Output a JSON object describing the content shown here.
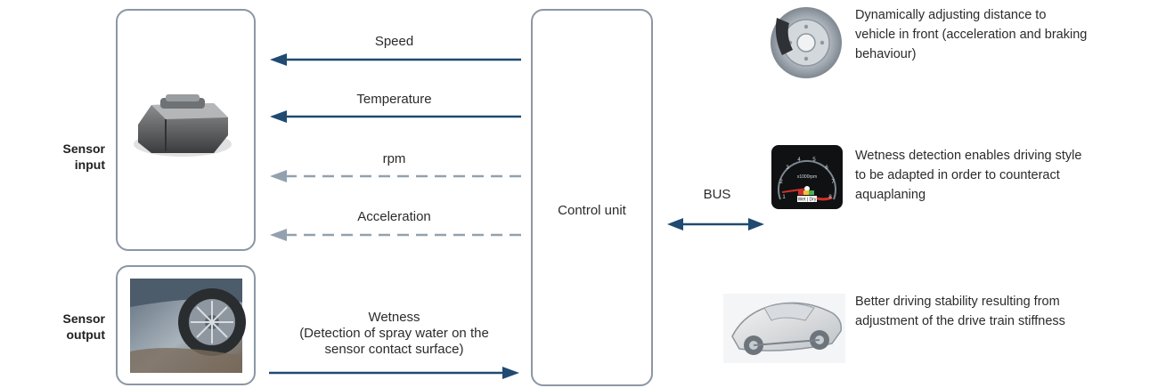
{
  "colors": {
    "solid_arrow": "#1f4a72",
    "dashed_arrow": "#93a1ae",
    "box_border": "#8b97a4",
    "wet_label_bg": "#ffffff"
  },
  "sensor_input_label": "Sensor\ninput",
  "sensor_output_label": "Sensor\noutput",
  "control_unit_label": "Control unit",
  "bus_label": "BUS",
  "signals": [
    {
      "id": "speed",
      "label": "Speed",
      "style": "solid",
      "direction": "to-sensor"
    },
    {
      "id": "temperature",
      "label": "Temperature",
      "style": "solid",
      "direction": "to-sensor"
    },
    {
      "id": "rpm",
      "label": "rpm",
      "style": "dashed",
      "direction": "to-sensor"
    },
    {
      "id": "acceleration",
      "label": "Acceleration",
      "style": "dashed",
      "direction": "to-sensor"
    },
    {
      "id": "wetness",
      "label": "Wetness",
      "sublabel": "(Detection of spray water on the",
      "sublabel2": "sensor contact surface)",
      "style": "solid",
      "direction": "to-control"
    }
  ],
  "effects": [
    {
      "id": "brake",
      "icon": "brake-disc-icon",
      "text": "Dynamically adjusting distance to\nvehicle in front (acceleration and braking\nbehaviour)"
    },
    {
      "id": "gauge",
      "icon": "rpm-gauge-icon",
      "text": "Wetness detection enables driving style\nto be adapted in order to counteract\naquaplaning"
    },
    {
      "id": "car",
      "icon": "car-chassis-icon",
      "text": "Better driving stability resulting from\nadjustment of the drive train stiffness"
    }
  ],
  "gauge": {
    "unit_label": "x1000rpm",
    "wet_dry_label": "Wet | Dry",
    "ticks": [
      "1",
      "2",
      "3",
      "4",
      "5",
      "6",
      "7",
      "8"
    ]
  }
}
